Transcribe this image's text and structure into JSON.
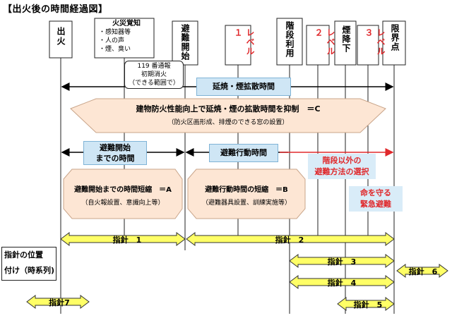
{
  "title": "【出火後の時間経過図】",
  "columns": {
    "fire_outbreak": "出火",
    "fire_awareness_title": "火災覚知",
    "fire_awareness_items": [
      "・感知器等",
      "・人の声",
      "・煙、臭い"
    ],
    "evac_start": "避難開始",
    "level1": "レベル１",
    "stair_use": "階段利用",
    "level2": "レベル２",
    "smoke_descent": "煙降下",
    "level3": "レベル３",
    "limit_point": "限界点"
  },
  "initial_extinguish": [
    "119 番通報",
    "初期消火",
    "（できる範囲で）"
  ],
  "spread_time": "延焼・煙拡散時間",
  "suppress_banner": {
    "main": "建物防火性能向上で延焼・煙の拡散時間を抑制　＝C",
    "sub": "（防火区画形成、排煙のできる窓の設置）"
  },
  "until_evac": [
    "避難開始",
    "までの時間"
  ],
  "evac_action_time": "避難行動時間",
  "non_stair": [
    "階段以外の",
    "避難方法の選択"
  ],
  "emergency_evac": [
    "命を守る",
    "緊急避難"
  ],
  "shorten_a": {
    "main": "避難開始までの時間短縮　＝A",
    "sub": "（自火報設置、意識向上等）"
  },
  "shorten_b": {
    "main": "避難行動時間の短縮　＝B",
    "sub": "（避難器具設置、訓練実施等）"
  },
  "guidelines": {
    "g1": "指針　1",
    "g2": "指針　2",
    "g3": "指針　3",
    "g4": "指針　4",
    "g5": "指針　5",
    "g6": "指針　6",
    "g7": "指針7"
  },
  "position_label": [
    "指針の位置",
    "付け（時系列)"
  ],
  "colors": {
    "arrow_yellow": "#ffff66",
    "pentagon_fill": "#fde6d4",
    "blue_box": "#cfe6f5",
    "red_text": "#e0282b",
    "red_arrow": "#e0282b"
  }
}
